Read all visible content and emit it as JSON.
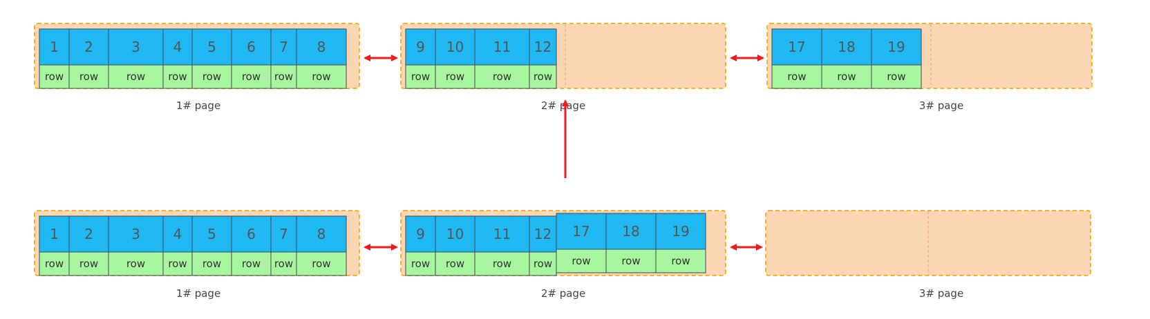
{
  "colors": {
    "page_fill": "#fbd6b4",
    "page_border": "#f5b324",
    "key_fill": "#1fb8f2",
    "row_fill": "#a8f7a0",
    "cell_border": "#3a4a55",
    "arrow": "#ee1c1c",
    "text": "#555555"
  },
  "before": {
    "pages": [
      {
        "caption": "1#  page",
        "records": [
          {
            "key": "1",
            "row": "row"
          },
          {
            "key": "2",
            "row": "row"
          },
          {
            "key": "3",
            "row": "row"
          },
          {
            "key": "4",
            "row": "row"
          },
          {
            "key": "5",
            "row": "row"
          },
          {
            "key": "6",
            "row": "row"
          },
          {
            "key": "7",
            "row": "row"
          },
          {
            "key": "8",
            "row": "row"
          }
        ]
      },
      {
        "caption": "2#  page",
        "records": [
          {
            "key": "9",
            "row": "row"
          },
          {
            "key": "10",
            "row": "row"
          },
          {
            "key": "11",
            "row": "row"
          },
          {
            "key": "12",
            "row": "row"
          }
        ]
      },
      {
        "caption": "3#  page",
        "records": [
          {
            "key": "17",
            "row": "row"
          },
          {
            "key": "18",
            "row": "row"
          },
          {
            "key": "19",
            "row": "row"
          }
        ]
      }
    ]
  },
  "after": {
    "pages": [
      {
        "caption": "1#  page",
        "records": [
          {
            "key": "1",
            "row": "row"
          },
          {
            "key": "2",
            "row": "row"
          },
          {
            "key": "3",
            "row": "row"
          },
          {
            "key": "4",
            "row": "row"
          },
          {
            "key": "5",
            "row": "row"
          },
          {
            "key": "6",
            "row": "row"
          },
          {
            "key": "7",
            "row": "row"
          },
          {
            "key": "8",
            "row": "row"
          }
        ]
      },
      {
        "caption": "2#  page",
        "records": [
          {
            "key": "9",
            "row": "row"
          },
          {
            "key": "10",
            "row": "row"
          },
          {
            "key": "11",
            "row": "row"
          },
          {
            "key": "12",
            "row": "row"
          },
          {
            "key": "17",
            "row": "row"
          },
          {
            "key": "18",
            "row": "row"
          },
          {
            "key": "19",
            "row": "row"
          }
        ]
      },
      {
        "caption": "3#  page",
        "records": []
      }
    ]
  }
}
